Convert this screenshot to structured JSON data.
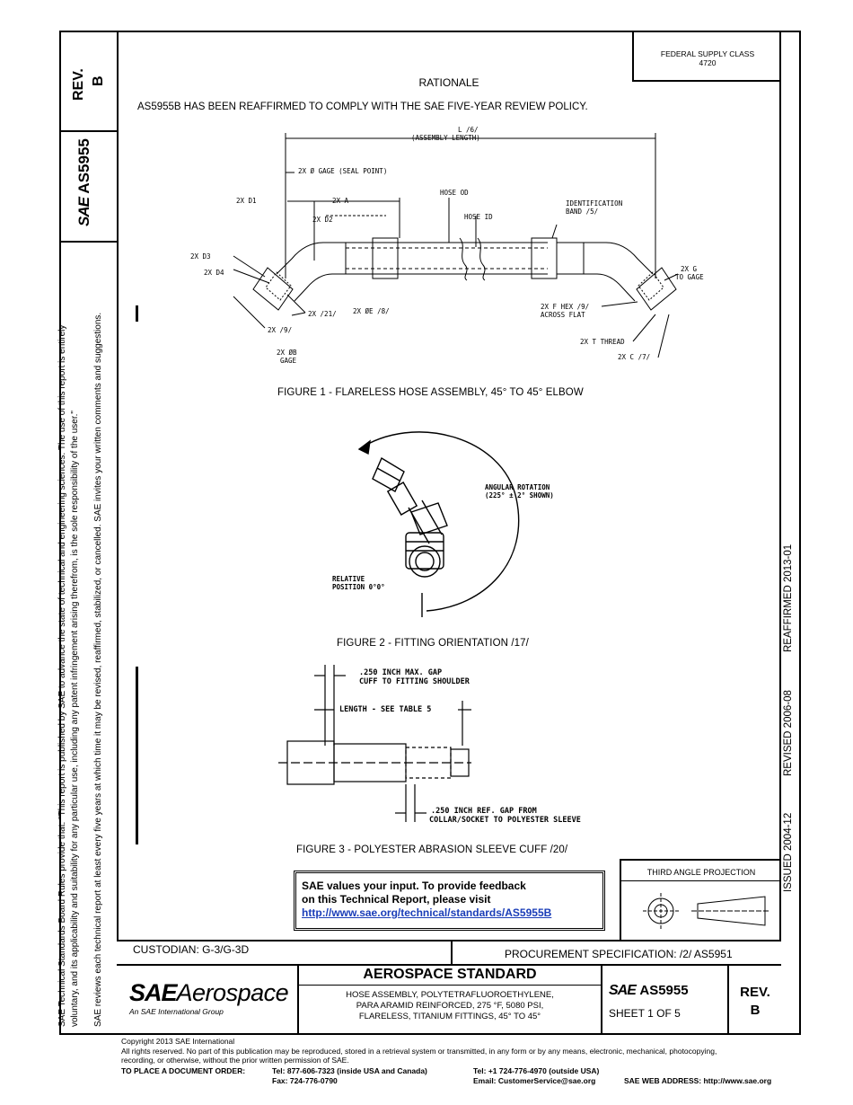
{
  "header": {
    "federal_supply_class_label": "FEDERAL SUPPLY CLASS",
    "federal_supply_class_value": "4720",
    "rev_label": "REV.",
    "rev_value": "B",
    "doc_number": "AS5955",
    "sae_logo_text": "SAE"
  },
  "rationale": {
    "title": "RATIONALE",
    "text": "AS5955B HAS BEEN REAFFIRMED TO COMPLY WITH THE SAE FIVE-YEAR REVIEW POLICY."
  },
  "left_margin": {
    "line1": "SAE Technical Standards Board Rules provide that: \"This report is published by SAE to advance the state of technical and engineering sciences. The use of this report is entirely",
    "line2": "voluntary, and its applicability and suitability for any particular use, including any patent infringement arising therefrom, is the sole responsibility of the user.\"",
    "line3": "SAE reviews each technical report at least every five years at which time it may be revised, reaffirmed, stabilized, or cancelled. SAE invites your written comments and suggestions."
  },
  "right_margin": {
    "issued": "ISSUED 2004-12",
    "revised": "REVISED 2006-08",
    "reaffirmed": "REAFFIRMED 2013-01"
  },
  "figure1": {
    "caption": "FIGURE 1 - FLARELESS HOSE ASSEMBLY, 45° TO 45° ELBOW",
    "labels": {
      "length": "L /6/",
      "assembly_length": "(ASSEMBLY LENGTH)",
      "gage_seal": "2X Ø GAGE (SEAL POINT)",
      "d1": "2X D1",
      "a": "2X A",
      "d2": "2X D2",
      "hose_od": "HOSE OD",
      "hose_id": "HOSE ID",
      "ident_band_1": "IDENTIFICATION",
      "ident_band_2": "BAND /5/",
      "d3": "2X D3",
      "d4": "2X D4",
      "g_1": "2X G",
      "g_2": "TO GAGE",
      "n21": "2X /21/",
      "e": "2X ØE /8/",
      "n9": "2X /9/",
      "f_hex_1": "2X F HEX /9/",
      "f_hex_2": "ACROSS FLAT",
      "t_thread": "2X T THREAD",
      "b_gage_1": "2X ØB",
      "b_gage_2": "GAGE",
      "c": "2X C /7/"
    }
  },
  "figure2": {
    "caption": "FIGURE 2 - FITTING ORIENTATION /17/",
    "labels": {
      "angular_1": "ANGULAR ROTATION",
      "angular_2": "(225° ± 2° SHOWN)",
      "relative_1": "RELATIVE",
      "relative_2": "POSITION 0°0°"
    }
  },
  "figure3": {
    "caption": "FIGURE 3 - POLYESTER ABRASION SLEEVE CUFF /20/",
    "labels": {
      "gap_1": ".250 INCH MAX. GAP",
      "gap_2": "CUFF TO FITTING SHOULDER",
      "length": "LENGTH - SEE TABLE 5",
      "ref_gap_1": ".250 INCH REF. GAP FROM",
      "ref_gap_2": "COLLAR/SOCKET TO POLYESTER SLEEVE"
    }
  },
  "feedback": {
    "line1": "SAE values your input. To provide feedback",
    "line2": "on this Technical Report, please visit",
    "url": "http://www.sae.org/technical/standards/AS5955B"
  },
  "projection": {
    "label": "THIRD ANGLE PROJECTION"
  },
  "title_block": {
    "custodian": "CUSTODIAN: G-3/G-3D",
    "procurement": "PROCUREMENT SPECIFICATION: /2/ AS5951",
    "sae_aerospace_1": "SAE",
    "sae_aerospace_2": "Aerospace",
    "group": "An SAE International Group",
    "standard_title": "AEROSPACE STANDARD",
    "desc1": "HOSE ASSEMBLY, POLYTETRAFLUOROETHYLENE,",
    "desc2": "PARA ARAMID REINFORCED, 275 °F, 5080 PSI,",
    "desc3": "FLARELESS, TITANIUM FITTINGS, 45° TO 45°",
    "doc_number": "AS5955",
    "sheet": "SHEET 1 OF 5",
    "rev_label": "REV.",
    "rev_value": "B"
  },
  "footer": {
    "copyright": "Copyright 2013 SAE International",
    "rights1": "All rights reserved. No part of this publication may be reproduced, stored in a retrieval system or transmitted, in any form or by any means, electronic, mechanical, photocopying,",
    "rights2": "recording, or otherwise, without the prior written permission of SAE.",
    "order_label": "TO PLACE A DOCUMENT ORDER:",
    "tel_usa": "Tel: 877-606-7323 (inside USA and Canada)",
    "fax": "Fax: 724-776-0790",
    "tel_outside": "Tel: +1 724-776-4970 (outside USA)",
    "email": "Email: CustomerService@sae.org",
    "web": "SAE WEB ADDRESS: http://www.sae.org"
  }
}
